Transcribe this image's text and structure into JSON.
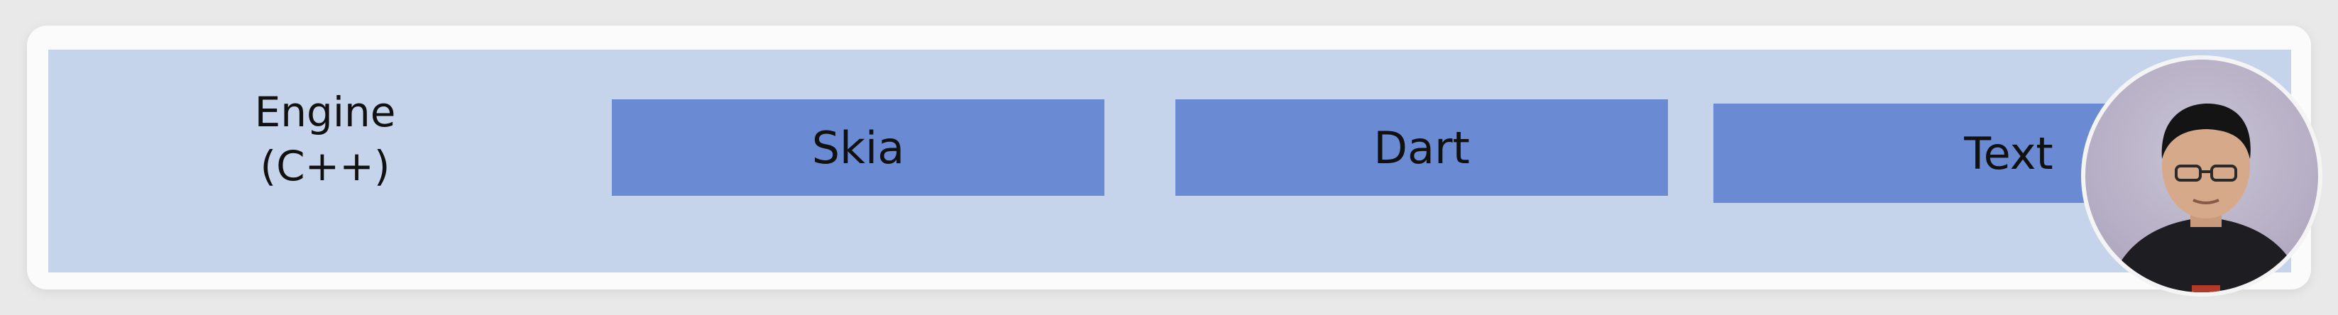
{
  "diagram": {
    "engine": {
      "line1": "Engine",
      "line2": "(C++)"
    },
    "components": [
      {
        "label": "Skia"
      },
      {
        "label": "Dart"
      },
      {
        "label": "Text"
      }
    ]
  },
  "colors": {
    "band": "#c5d4ea",
    "block": "#6a8bd3",
    "text": "#111111"
  },
  "overlay": {
    "icon": "presenter-webcam-icon"
  }
}
